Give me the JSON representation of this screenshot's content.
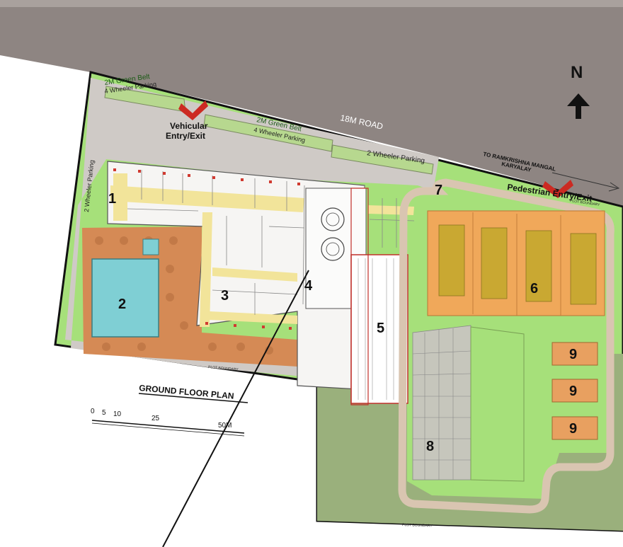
{
  "road": {
    "label": "18M ROAD",
    "to_label_1": "TO RAMKRISHNA MANGAL",
    "to_label_2": "KARYALAY"
  },
  "north": {
    "letter": "N"
  },
  "labels": {
    "green_belt_1a": "2M Green Belt",
    "green_belt_1b": "4 Wheeler Parking",
    "green_belt_2a": "2M Green Belt",
    "green_belt_2b": "4 Wheeler Parking",
    "two_wheeler_top": "2 Wheeler Parking",
    "two_wheeler_left": "2 Wheeler Parking",
    "vehicular_1": "Vehicular",
    "vehicular_2": "Entry/Exit",
    "pedestrian": "Pedestrian Entry/Exit",
    "plot_boundary_1": "PLOT BOUNDARY",
    "plot_boundary_2": "PLOT BOUNDARY",
    "plot_boundary_3": "PLOT BOUNDARY",
    "plan_title": "GROUND FLOOR PLAN"
  },
  "zones": {
    "z1": "1",
    "z2": "2",
    "z3": "3",
    "z4": "4",
    "z5": "5",
    "z6": "6",
    "z7": "7",
    "z8": "8",
    "z9a": "9",
    "z9b": "9",
    "z9c": "9"
  },
  "scale": {
    "t0": "0",
    "t5": "5",
    "t10": "10",
    "t25": "25",
    "t50": "50M"
  },
  "colors": {
    "road": "#8e8582",
    "grass_light": "#a6e07a",
    "grass_dark": "#9ab07c",
    "paving": "#cfcac6",
    "brick": "#d58a55",
    "pool": "#7fcfd4",
    "court_outer": "#f0a85a",
    "court_inner": "#c9a832",
    "corridor": "#f2e49a",
    "nine_box": "#e8a060",
    "arrow_red": "#cc2a22"
  }
}
